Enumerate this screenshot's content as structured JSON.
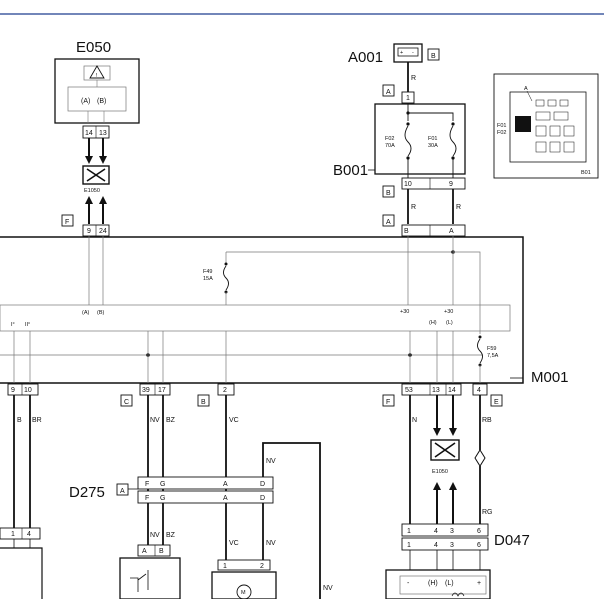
{
  "colors": {
    "header_rule": "#1f3f8f",
    "ink": "#111111",
    "thin": "#777777"
  },
  "components": {
    "e050": {
      "code": "E050",
      "pins": [
        "14",
        "13"
      ],
      "labels": [
        "(A)",
        "(B)"
      ],
      "network": "E1050"
    },
    "a001": {
      "code": "A001",
      "tag": "B",
      "wire": "R"
    },
    "b001": {
      "code": "B001",
      "tag_top": "A",
      "pin_top": "1",
      "fuse_left": "F02",
      "fuse_left_rating": "70A",
      "fuse_right": "F01",
      "fuse_right_rating": "30A",
      "tag_bottom": "B",
      "pins_bottom": [
        "10",
        "9"
      ],
      "wires": [
        "R",
        "R"
      ],
      "tag_m001": "A",
      "pins_m001": [
        "B",
        "A"
      ]
    },
    "inset": {
      "label_a": "A",
      "fuse_labels": [
        "F01",
        "F02"
      ],
      "code": "B01"
    },
    "m001": {
      "code": "M001",
      "connector_f_top": "F",
      "pins_top_left": [
        "9",
        "24"
      ],
      "ab_labels": [
        "(A)",
        "(B)"
      ],
      "fuse_f49": "F49",
      "fuse_f49_rating": "15A",
      "supply": [
        "+30",
        "+30"
      ],
      "hl_labels": [
        "(H)",
        "(L)"
      ],
      "fuse_f59": "F59",
      "fuse_f59_rating": "7,5A",
      "roman": [
        "I°",
        "II°"
      ]
    },
    "bottom_connectors": {
      "left": {
        "pins": [
          "9",
          "10"
        ],
        "wires": [
          "B",
          "BR"
        ]
      },
      "c": {
        "tag": "C",
        "pins": [
          "39",
          "17"
        ],
        "wires": [
          "NV",
          "BZ"
        ]
      },
      "b": {
        "tag": "B",
        "pin": "2",
        "wire": "VC"
      },
      "f": {
        "tag": "F",
        "pins": [
          "53",
          "13",
          "14"
        ],
        "wire": "N"
      },
      "e": {
        "tag": "E",
        "pin": "4",
        "wire": "RB",
        "wire_low": "RG"
      }
    },
    "d275": {
      "code": "D275",
      "tag": "A",
      "row1": [
        "F",
        "G",
        "A",
        "D"
      ],
      "row2": [
        "F",
        "G",
        "A",
        "D"
      ]
    },
    "nv_loop": {
      "wire": "NV",
      "wire_lower": "NV"
    },
    "d047": {
      "code": "D047",
      "row1": [
        "1",
        "4",
        "3",
        "6"
      ],
      "row2": [
        "1",
        "4",
        "3",
        "6"
      ],
      "network": "E1050",
      "inner": [
        "-",
        "(H)",
        "(L)",
        "+"
      ]
    },
    "bottom_left": {
      "pins": [
        "1",
        "4"
      ]
    },
    "module_small": {
      "pins": [
        "A",
        "B"
      ]
    },
    "motor": {
      "pins": [
        "1",
        "2"
      ],
      "wires": [
        "VC",
        "NV"
      ],
      "symbol": "M"
    }
  }
}
